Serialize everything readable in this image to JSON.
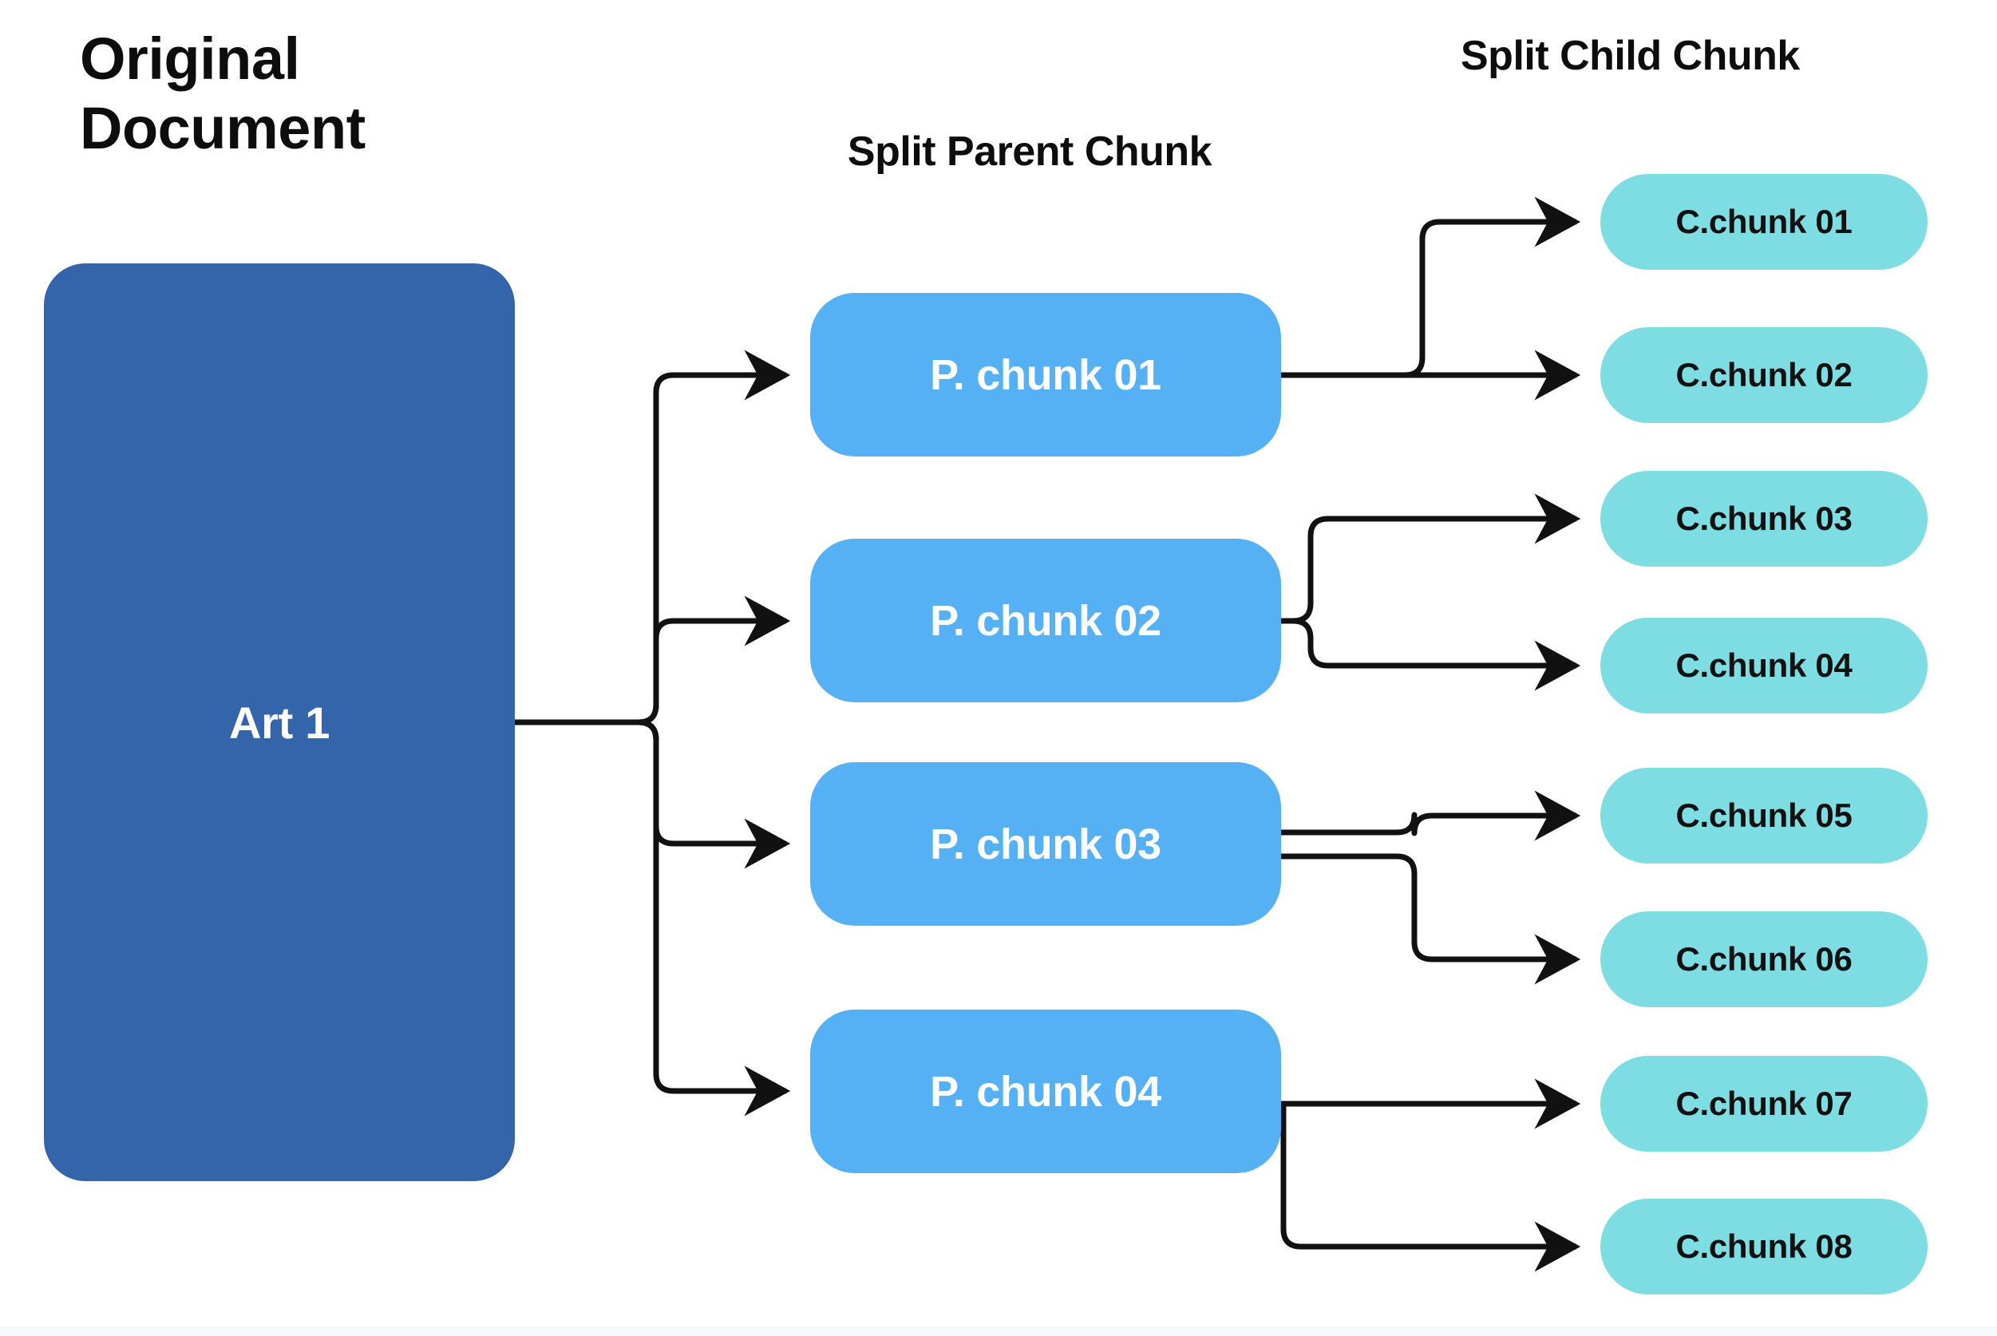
{
  "headings": {
    "original_document": "Original\nDocument",
    "split_parent_chunk": "Split Parent Chunk",
    "split_child_chunk": "Split Child Chunk"
  },
  "colors": {
    "background": "#ffffff",
    "document_node": "#3465aa",
    "parent_node": "#56b0f4",
    "child_node": "#7edde2",
    "connector": "#111111",
    "document_text": "#ffffff",
    "parent_text": "#ffffff",
    "child_text": "#111111",
    "heading_text": "#0d0d0d"
  },
  "document": {
    "label": "Art 1"
  },
  "parent_chunks": [
    {
      "label": "P. chunk 01"
    },
    {
      "label": "P. chunk 02"
    },
    {
      "label": "P. chunk 03"
    },
    {
      "label": "P. chunk 04"
    }
  ],
  "child_chunks": [
    {
      "label": "C.chunk 01"
    },
    {
      "label": "C.chunk 02"
    },
    {
      "label": "C.chunk 03"
    },
    {
      "label": "C.chunk 04"
    },
    {
      "label": "C.chunk 05"
    },
    {
      "label": "C.chunk 06"
    },
    {
      "label": "C.chunk 07"
    },
    {
      "label": "C.chunk 08"
    }
  ],
  "edges": {
    "document_to_parents": [
      {
        "from": "Art 1",
        "to": "P. chunk 01"
      },
      {
        "from": "Art 1",
        "to": "P. chunk 02"
      },
      {
        "from": "Art 1",
        "to": "P. chunk 03"
      },
      {
        "from": "Art 1",
        "to": "P. chunk 04"
      }
    ],
    "parents_to_children": [
      {
        "from": "P. chunk 01",
        "to": "C.chunk 01"
      },
      {
        "from": "P. chunk 01",
        "to": "C.chunk 02"
      },
      {
        "from": "P. chunk 02",
        "to": "C.chunk 03"
      },
      {
        "from": "P. chunk 02",
        "to": "C.chunk 04"
      },
      {
        "from": "P. chunk 03",
        "to": "C.chunk 05"
      },
      {
        "from": "P. chunk 03",
        "to": "C.chunk 06"
      },
      {
        "from": "P. chunk 04",
        "to": "C.chunk 07"
      },
      {
        "from": "P. chunk 04",
        "to": "C.chunk 08"
      }
    ]
  }
}
